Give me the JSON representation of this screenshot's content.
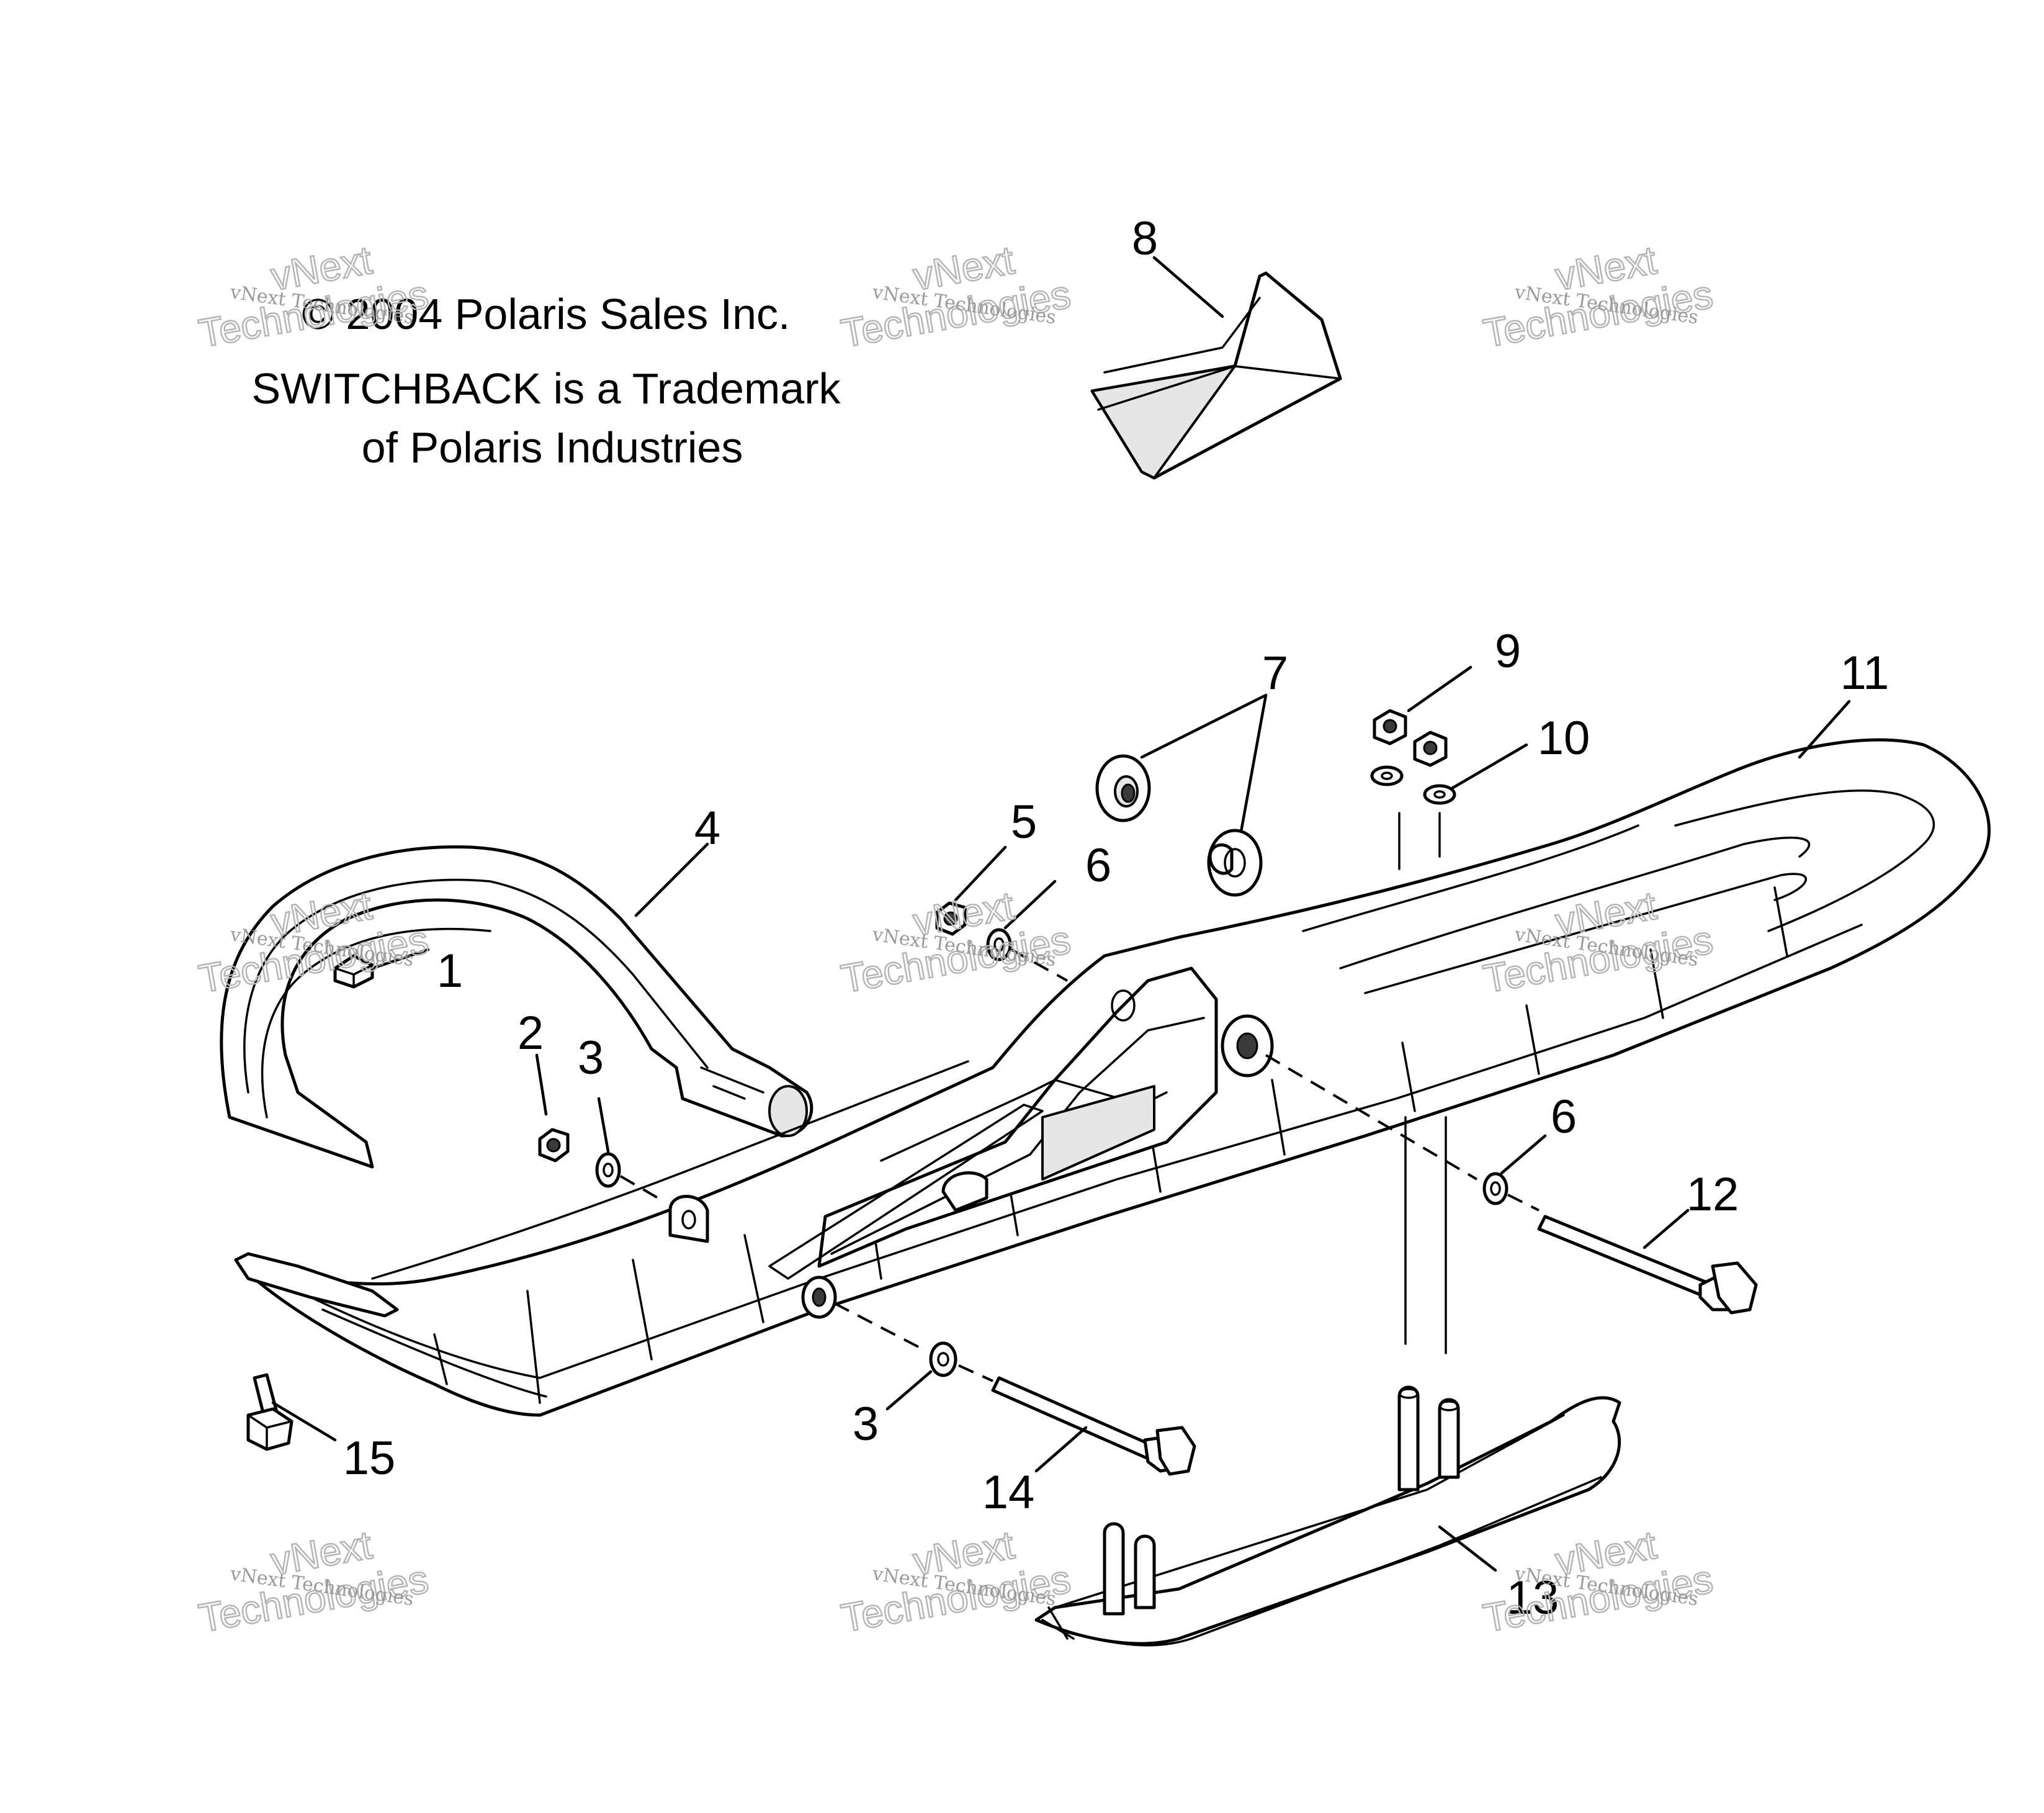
{
  "notice": {
    "line1": "© 2004 Polaris Sales Inc.",
    "line2": "SWITCHBACK is a Trademark",
    "line3": "of Polaris Industries"
  },
  "callouts": {
    "c1": "1",
    "c2": "2",
    "c3a": "3",
    "c3b": "3",
    "c4": "4",
    "c5": "5",
    "c6a": "6",
    "c6b": "6",
    "c7": "7",
    "c8": "8",
    "c9": "9",
    "c10": "10",
    "c11": "11",
    "c12": "12",
    "c13": "13",
    "c14": "14",
    "c15": "15"
  },
  "watermark": {
    "small": "vNext Technologies",
    "big_top": "vNext",
    "big_bottom": "Technologies"
  }
}
